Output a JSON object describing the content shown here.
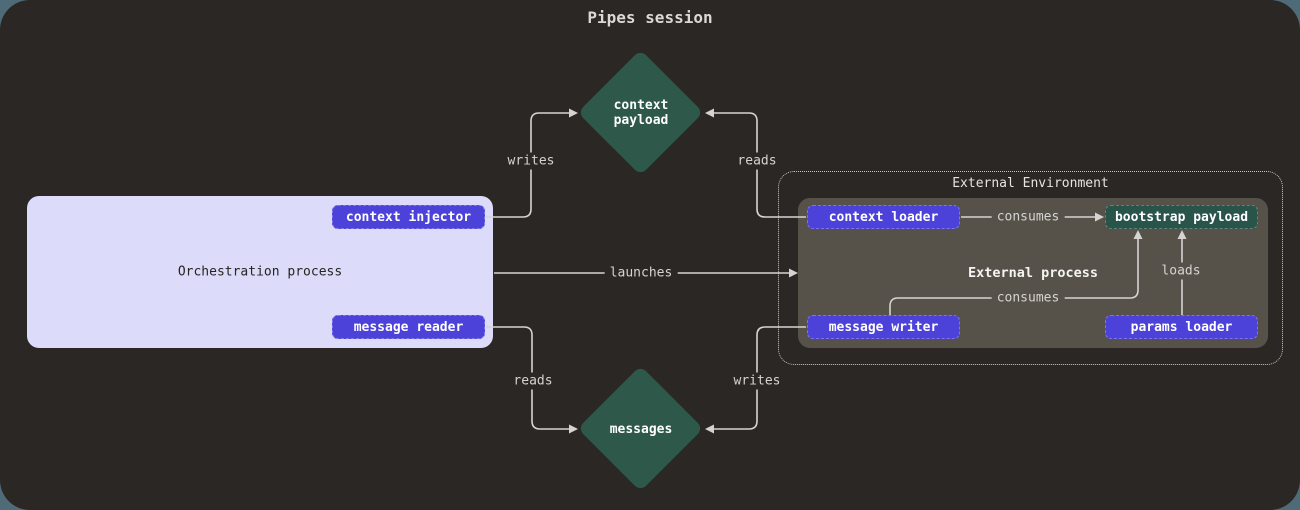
{
  "title": "Pipes session",
  "colors": {
    "page_background": "#4f6b78",
    "canvas_background": "#2a2724",
    "orchestration_fill": "#dcdbf9",
    "external_process_fill": "#56524a",
    "button_purple": "#4c42da",
    "button_green": "#29544a",
    "diamond_green": "#2d584a",
    "edge_line": "#d6d4d1",
    "dotted_border": "#c9c7c4"
  },
  "nodes": {
    "orchestration": {
      "label": "Orchestration process"
    },
    "context_injector": {
      "label": "context injector"
    },
    "message_reader": {
      "label": "message reader"
    },
    "context_payload": {
      "label": "context payload"
    },
    "messages": {
      "label": "messages"
    },
    "external_environment": {
      "label": "External Environment"
    },
    "external_process": {
      "label": "External process"
    },
    "context_loader": {
      "label": "context loader"
    },
    "bootstrap_payload": {
      "label": "bootstrap payload"
    },
    "message_writer": {
      "label": "message writer"
    },
    "params_loader": {
      "label": "params loader"
    }
  },
  "edges": {
    "writes_top": {
      "label": "writes",
      "from": "context_injector",
      "to": "context_payload"
    },
    "reads_top": {
      "label": "reads",
      "from": "context_loader",
      "to": "context_payload"
    },
    "launches": {
      "label": "launches",
      "from": "orchestration",
      "to": "external_process"
    },
    "consumes_top": {
      "label": "consumes",
      "from": "context_loader",
      "to": "bootstrap_payload"
    },
    "consumes_bottom": {
      "label": "consumes",
      "from": "message_writer",
      "to": "bootstrap_payload"
    },
    "loads": {
      "label": "loads",
      "from": "params_loader",
      "to": "bootstrap_payload"
    },
    "reads_bottom": {
      "label": "reads",
      "from": "message_reader",
      "to": "messages"
    },
    "writes_bottom": {
      "label": "writes",
      "from": "message_writer",
      "to": "messages"
    }
  }
}
